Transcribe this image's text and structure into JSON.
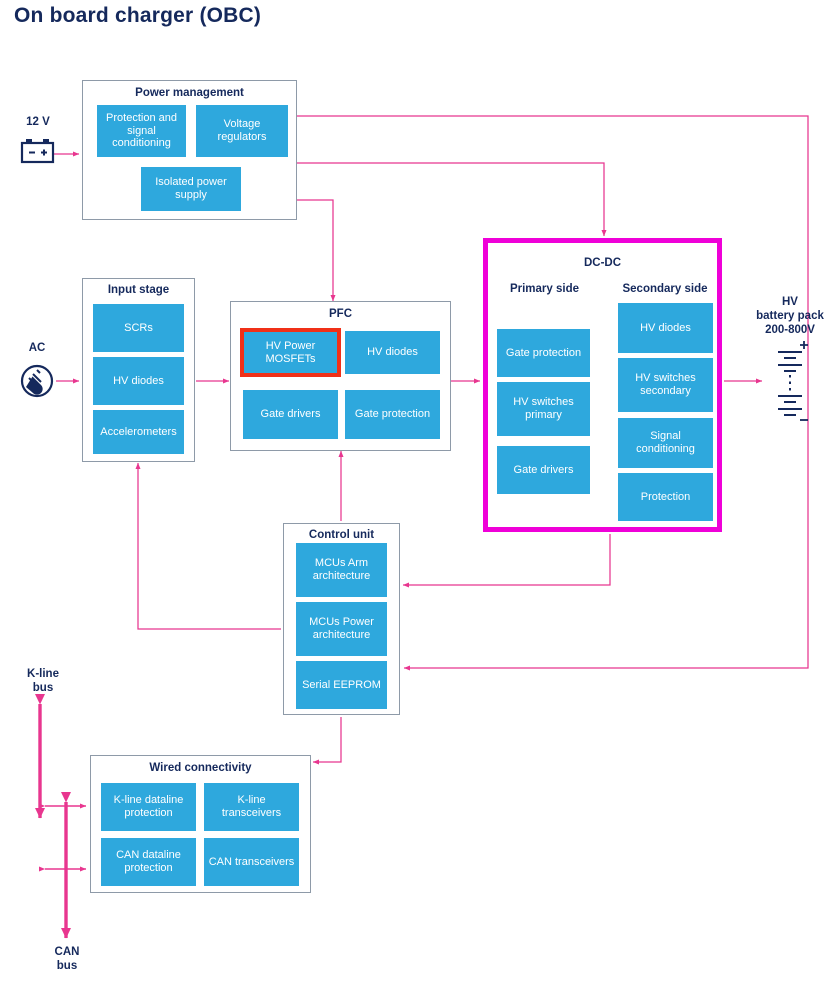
{
  "page": {
    "title": "On board charger (OBC)",
    "colors": {
      "block_blue": "#2ea8dd",
      "wire_pink": "#e8368f",
      "highlight_red": "#f03018",
      "dcdc_magenta": "#ef00d8",
      "text_navy": "#15295c",
      "group_border": "#8e9aa8"
    }
  },
  "sources": {
    "battery_12v": {
      "label": "12 V",
      "icon": "car-battery-icon"
    },
    "ac_input": {
      "label": "AC",
      "icon": "ac-plug-icon"
    }
  },
  "groups": {
    "power_management": {
      "title": "Power management",
      "blocks": [
        {
          "label": "Protection and signal conditioning"
        },
        {
          "label": "Voltage regulators"
        },
        {
          "label": "Isolated power supply"
        }
      ]
    },
    "input_stage": {
      "title": "Input stage",
      "blocks": [
        {
          "label": "SCRs"
        },
        {
          "label": "HV diodes"
        },
        {
          "label": "Accelerometers"
        }
      ]
    },
    "pfc": {
      "title": "PFC",
      "blocks": [
        {
          "label": "HV Power MOSFETs",
          "highlighted": true
        },
        {
          "label": "HV diodes"
        },
        {
          "label": "Gate drivers"
        },
        {
          "label": "Gate protection"
        }
      ]
    },
    "dcdc": {
      "title": "DC-DC",
      "primary_side": {
        "heading": "Primary side",
        "blocks": [
          {
            "label": "Gate protection"
          },
          {
            "label": "HV switches primary"
          },
          {
            "label": "Gate drivers"
          }
        ]
      },
      "secondary_side": {
        "heading": "Secondary side",
        "blocks": [
          {
            "label": "HV diodes"
          },
          {
            "label": "HV switches secondary"
          },
          {
            "label": "Signal conditioning"
          },
          {
            "label": "Protection"
          }
        ]
      }
    },
    "control_unit": {
      "title": "Control unit",
      "blocks": [
        {
          "label": "MCUs Arm architecture"
        },
        {
          "label": "MCUs Power architecture"
        },
        {
          "label": "Serial EEPROM"
        }
      ]
    },
    "wired_connectivity": {
      "title": "Wired connectivity",
      "blocks": [
        {
          "label": "K-line dataline protection"
        },
        {
          "label": "K-line transceivers"
        },
        {
          "label": "CAN dataline protection"
        },
        {
          "label": "CAN transceivers"
        }
      ]
    }
  },
  "outputs": {
    "hv_battery": {
      "line1": "HV",
      "line2": "battery pack",
      "line3": "200-800V",
      "icon": "battery-cell-stack-icon"
    },
    "k_line_bus": {
      "line1": "K-line",
      "line2": "bus"
    },
    "can_bus": {
      "line1": "CAN",
      "line2": "bus"
    }
  }
}
